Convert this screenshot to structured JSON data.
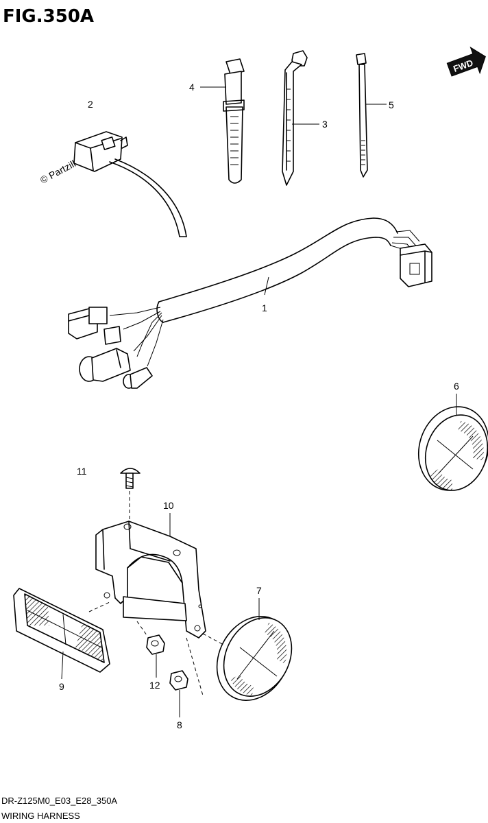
{
  "figure": {
    "title": "FIG.350A"
  },
  "fwd_badge": {
    "label": "FWD"
  },
  "watermark": {
    "text": "© Partzilla.com"
  },
  "callouts": {
    "c1": "1",
    "c2": "2",
    "c3": "3",
    "c4": "4",
    "c5": "5",
    "c6": "6",
    "c7": "7",
    "c8": "8",
    "c9": "9",
    "c10": "10",
    "c11": "11",
    "c12": "12"
  },
  "footer": {
    "code": "DR-Z125M0_E03_E28_350A",
    "name": "WIRING HARNESS"
  },
  "icons": [
    "forward-arrow-icon"
  ]
}
